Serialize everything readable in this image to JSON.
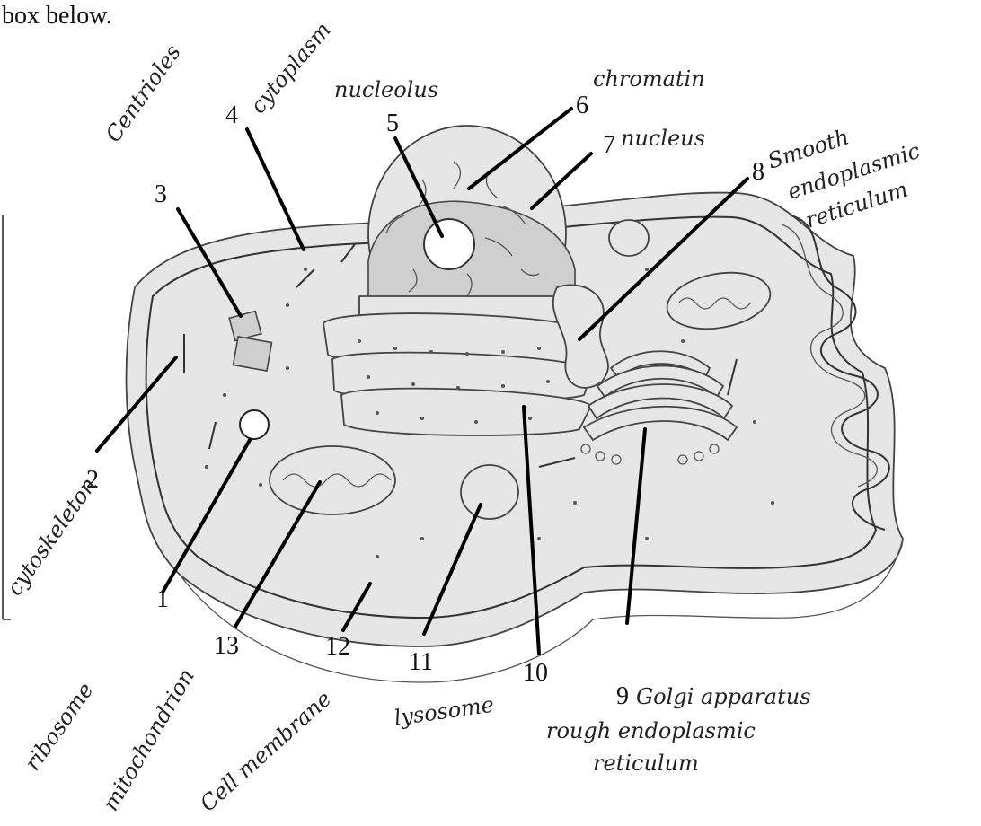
{
  "header_text": "box below.",
  "labels": [
    {
      "id": "1",
      "number": "1",
      "name": "ribosome",
      "written": "ribosome"
    },
    {
      "id": "2",
      "number": "2",
      "name": "cytoskeleton",
      "written": "cytoskeleton"
    },
    {
      "id": "3",
      "number": "3",
      "name": "centrioles",
      "written": "Centrioles"
    },
    {
      "id": "4",
      "number": "4",
      "name": "cytoplasm",
      "written": "cytoplasm"
    },
    {
      "id": "5",
      "number": "5",
      "name": "nucleolus",
      "written": "nucleolus"
    },
    {
      "id": "6",
      "number": "6",
      "name": "chromatin",
      "written": "chromatin"
    },
    {
      "id": "7",
      "number": "7",
      "name": "nucleus",
      "written": "nucleus"
    },
    {
      "id": "8",
      "number": "8",
      "name": "smooth endoplasmic reticulum",
      "written": "Smooth endoplasmic reticulum"
    },
    {
      "id": "9",
      "number": "9",
      "name": "golgi apparatus",
      "written": "Golgi apparatus"
    },
    {
      "id": "10",
      "number": "10",
      "name": "rough endoplasmic reticulum",
      "written": "rough endoplasmic reticulum"
    },
    {
      "id": "11",
      "number": "11",
      "name": "lysosome",
      "written": "lysosome"
    },
    {
      "id": "12",
      "number": "12",
      "name": "cell membrane",
      "written": "Cell membrane"
    },
    {
      "id": "13",
      "number": "13",
      "name": "mitochondrion",
      "written": "mitochondrion"
    }
  ]
}
